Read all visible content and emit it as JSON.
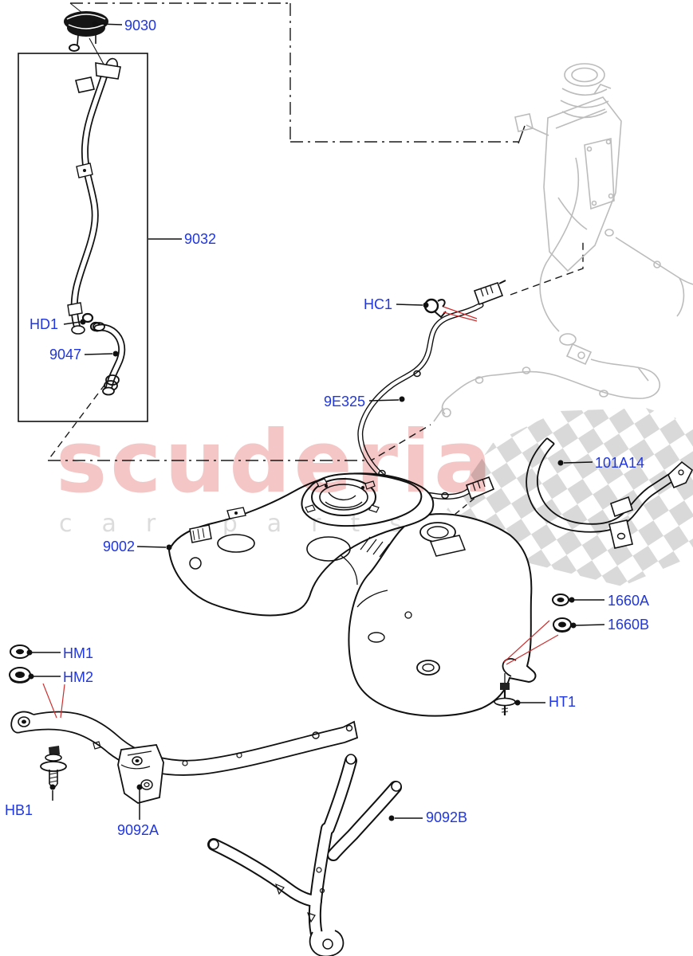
{
  "watermark": {
    "brand": "scuderia",
    "tagline": "car parts"
  },
  "colors": {
    "label_blue": "#1f36e0",
    "line_black": "#111111",
    "callout_red": "#cc3030",
    "reference_gray": "#bcbcbc",
    "watermark_pink": "#f4c6c6",
    "watermark_gray": "#dcdcdc",
    "checker_gray": "#d9d9d9"
  },
  "labels": [
    {
      "id": "9030",
      "text": "9030"
    },
    {
      "id": "9032",
      "text": "9032"
    },
    {
      "id": "HD1",
      "text": "HD1"
    },
    {
      "id": "9047",
      "text": "9047"
    },
    {
      "id": "HC1",
      "text": "HC1"
    },
    {
      "id": "9E325",
      "text": "9E325"
    },
    {
      "id": "101A14",
      "text": "101A14"
    },
    {
      "id": "9002",
      "text": "9002"
    },
    {
      "id": "1660A",
      "text": "1660A"
    },
    {
      "id": "1660B",
      "text": "1660B"
    },
    {
      "id": "HM1",
      "text": "HM1"
    },
    {
      "id": "HM2",
      "text": "HM2"
    },
    {
      "id": "HT1",
      "text": "HT1"
    },
    {
      "id": "HB1",
      "text": "HB1"
    },
    {
      "id": "9092A",
      "text": "9092A"
    },
    {
      "id": "9092B",
      "text": "9092B"
    }
  ]
}
